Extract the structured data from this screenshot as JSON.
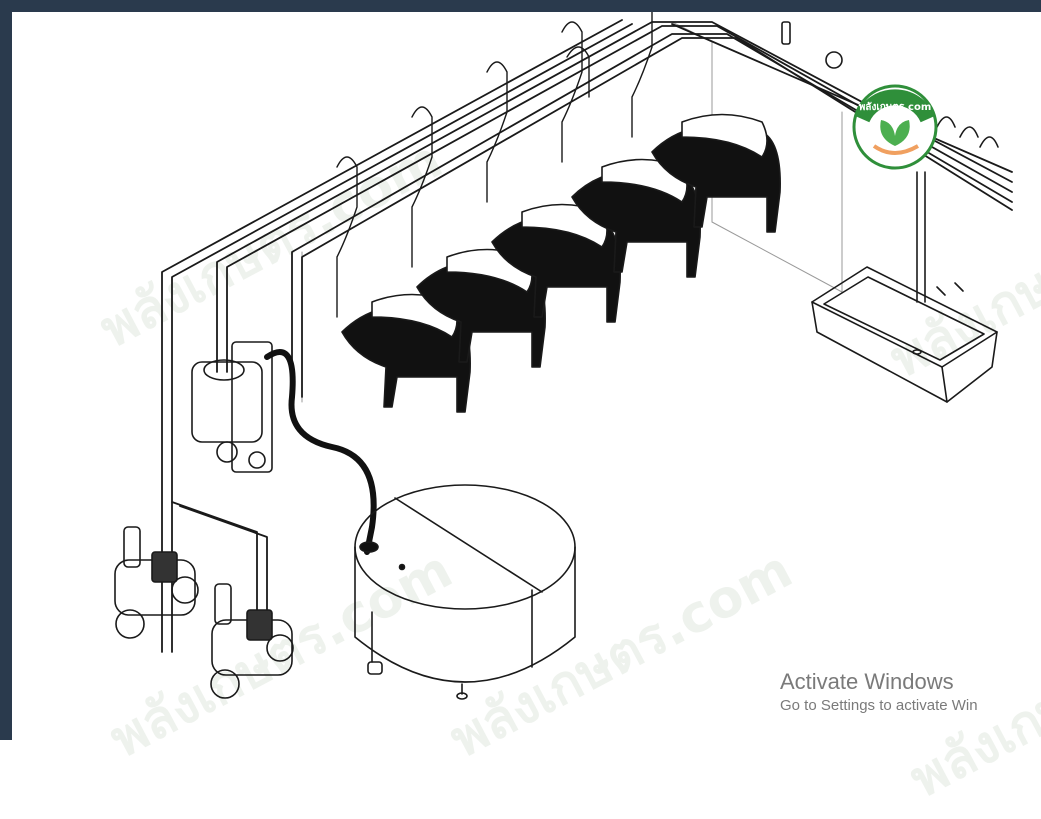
{
  "overlay": {
    "activate_title": "Activate Windows",
    "activate_subtitle": "Go to Settings to activate Win"
  },
  "logo": {
    "text": "พลังเกษตร.com"
  },
  "watermarks": [
    "พลังเกษตร.com",
    "พลังเกษตร.com",
    "พลังเกษตร.com",
    "พลังเกษตร.com",
    "พลังเกษตร.com"
  ],
  "diagram": {
    "cows": 5,
    "vacuum_pumps": 2,
    "milking_units": 5
  },
  "colors": {
    "frame": "#2a3a4d",
    "logo_green": "#2f8f3a",
    "line": "#1a1a1a"
  }
}
